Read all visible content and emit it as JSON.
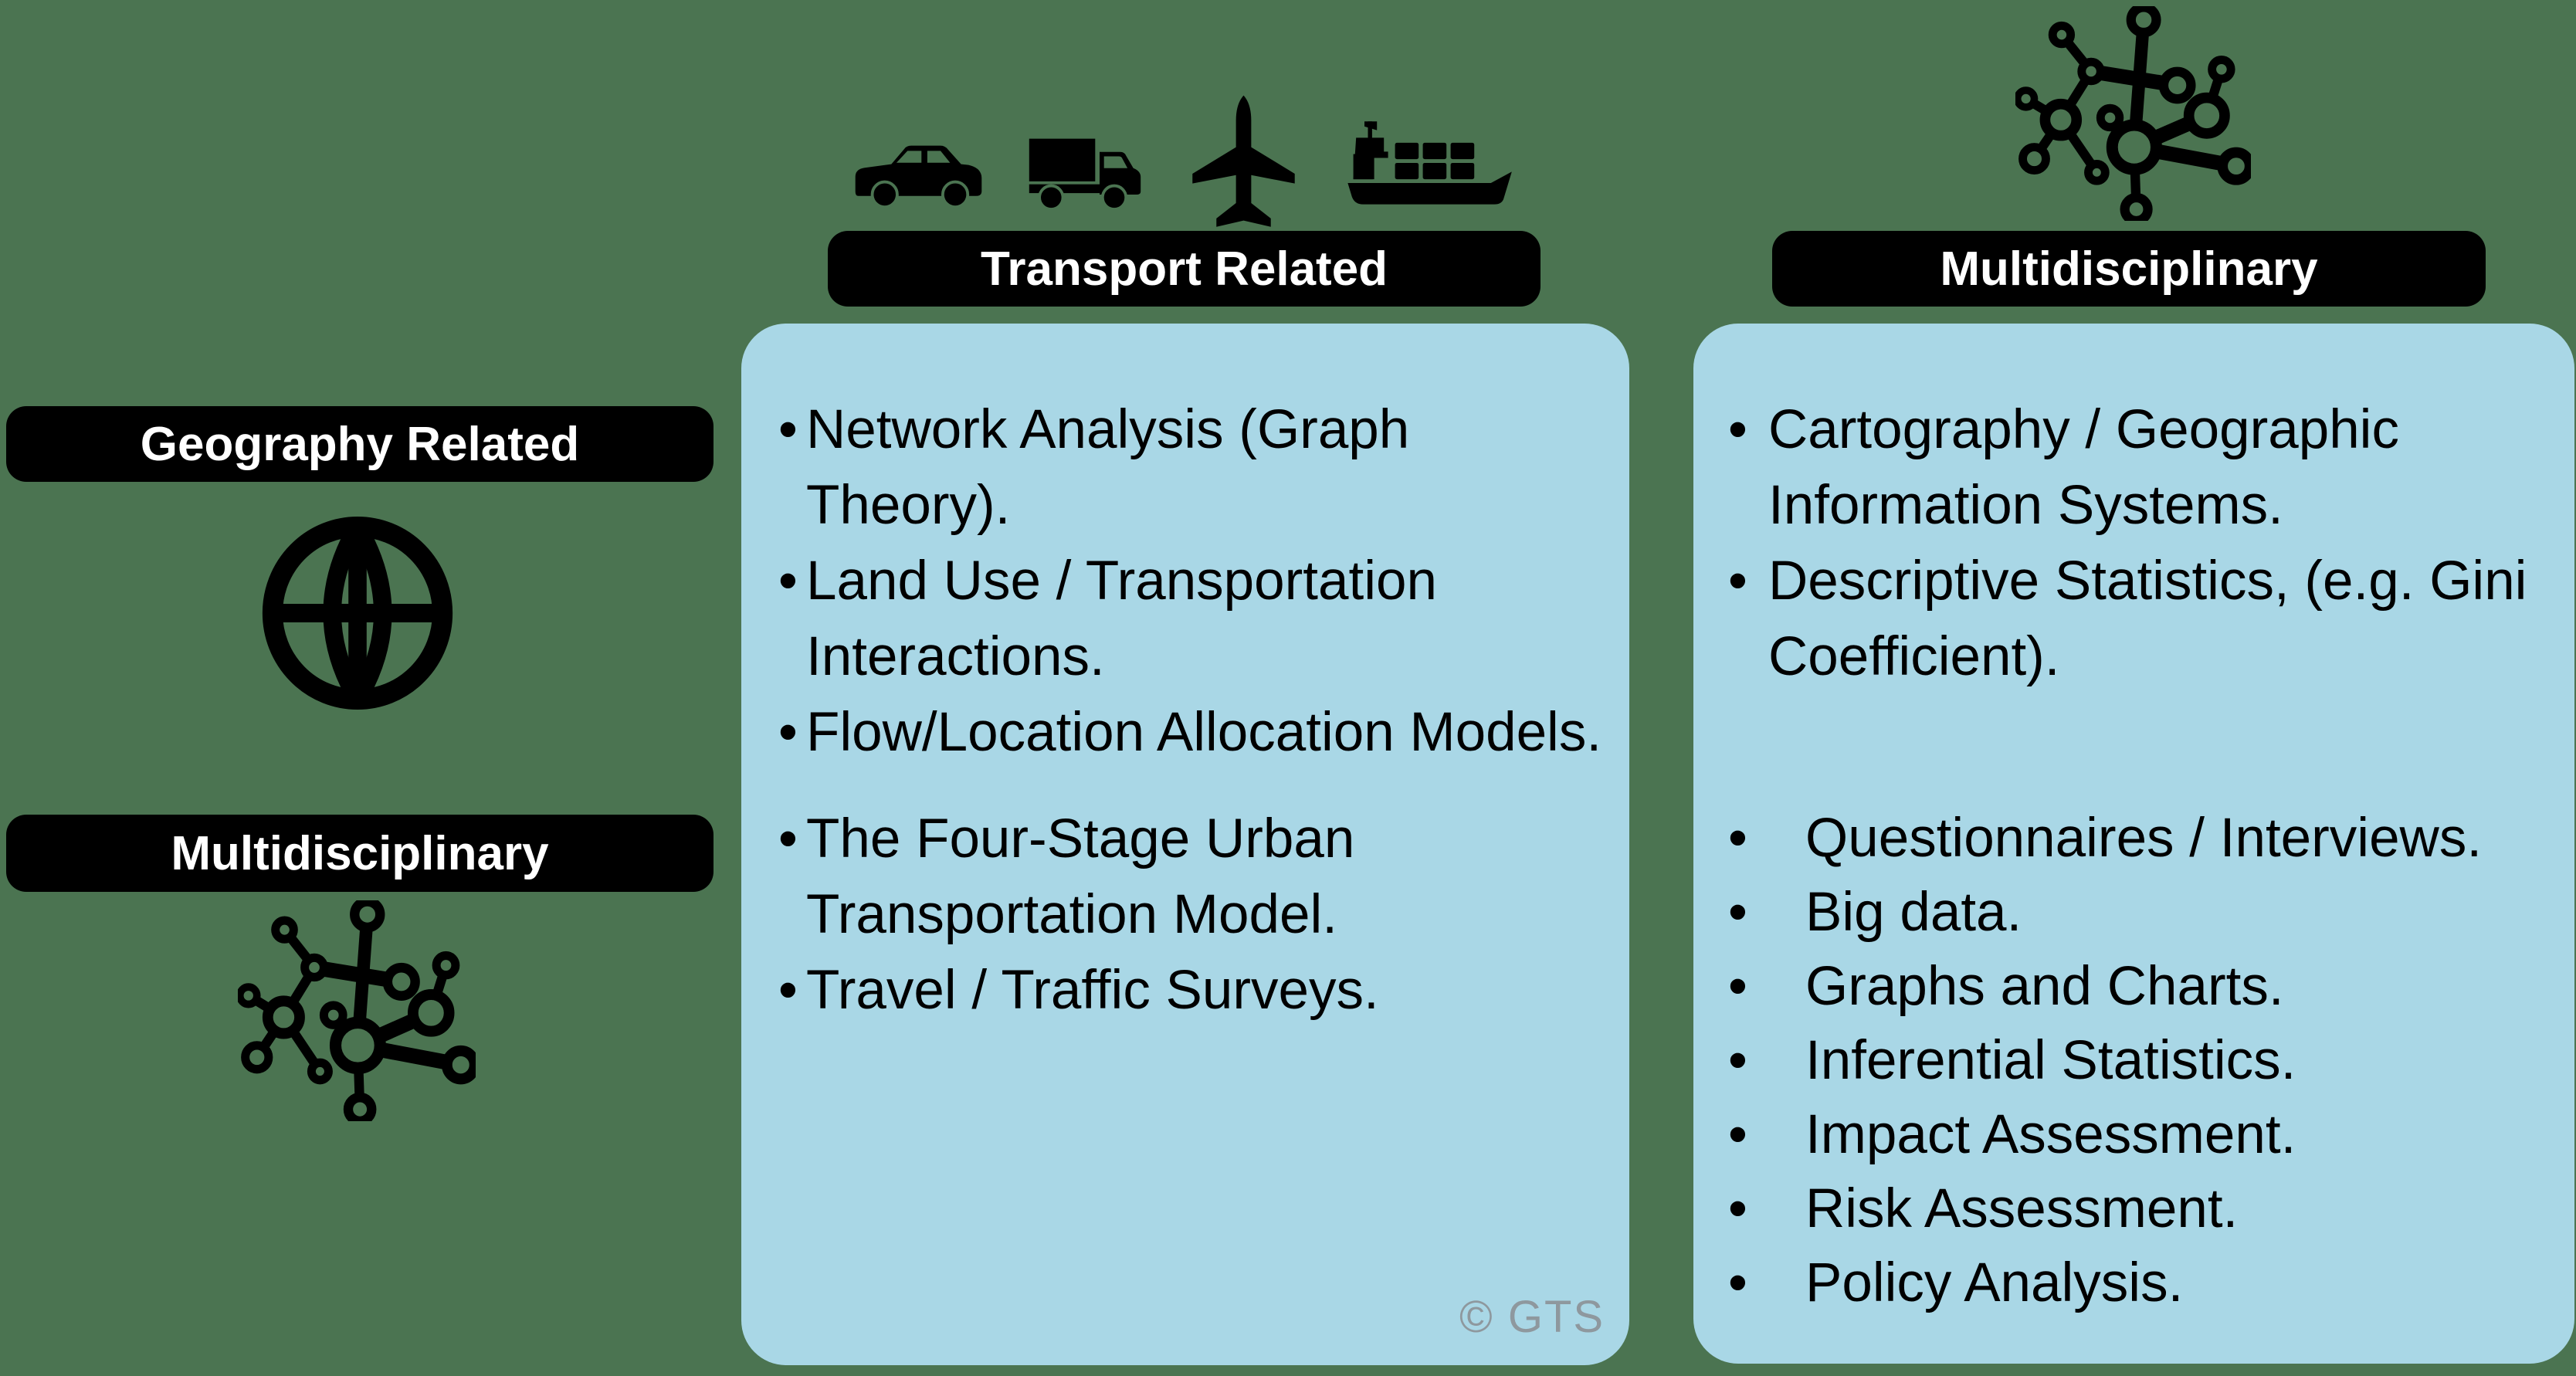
{
  "colors": {
    "background": "#4b7451",
    "panel": "#a9d7e6",
    "bar_background": "#000000",
    "bar_text": "#ffffff",
    "body_text": "#000000",
    "watermark": "#8e989e"
  },
  "left_column": {
    "geography_bar_label": "Geography Related",
    "multidisciplinary_bar_label": "Multidisciplinary",
    "icons": [
      "globe-icon",
      "network-icon"
    ]
  },
  "transport_panel": {
    "header": "Transport Related",
    "icons": [
      "car-icon",
      "truck-icon",
      "airplane-icon",
      "cargo-ship-icon"
    ],
    "list_top": [
      "Network Analysis (Graph Theory).",
      "Land Use / Transportation Interactions.",
      "Flow/Location Allocation Models."
    ],
    "list_bottom": [
      "The Four-Stage Urban Transportation Model.",
      "Travel / Traffic Surveys."
    ],
    "watermark": "© GTS"
  },
  "multidisciplinary_panel": {
    "header": "Multidisciplinary",
    "icon": "network-icon",
    "list_top": [
      "Cartography / Geographic Information Systems.",
      "Descriptive Statistics, (e.g. Gini Coefficient)."
    ],
    "list_bottom": [
      "Questionnaires / Interviews.",
      "Big data.",
      "Graphs and Charts.",
      "Inferential Statistics.",
      "Impact Assessment.",
      "Risk Assessment.",
      "Policy Analysis."
    ]
  }
}
